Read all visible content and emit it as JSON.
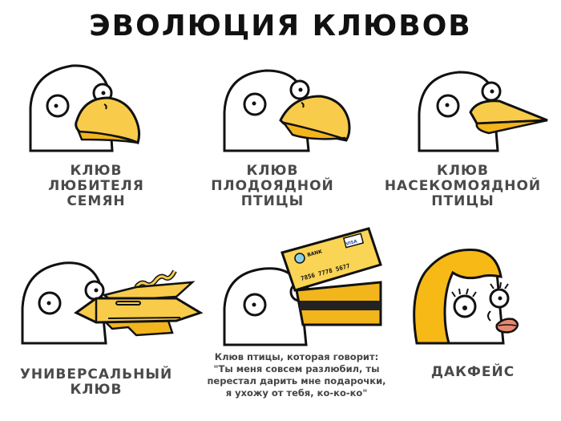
{
  "title": "ЭВОЛЮЦИЯ КЛЮВОВ",
  "colors": {
    "beak": "#F8CC4A",
    "beak_dark": "#F2B51C",
    "hair": "#F7B916",
    "lips": "#E8876F",
    "card": "#FAD454",
    "outline": "#111111",
    "label_text": "#4A4A4A"
  },
  "panels": [
    {
      "label_lines": [
        "КЛЮВ",
        "ЛЮБИТЕЛЯ",
        "СЕМЯН"
      ]
    },
    {
      "label_lines": [
        "КЛЮВ",
        "ПЛОДОЯДНОЙ",
        "ПТИЦЫ"
      ]
    },
    {
      "label_lines": [
        "КЛЮВ",
        "НАСЕКОМОЯДНОЙ",
        "ПТИЦЫ"
      ]
    },
    {
      "label_lines": [
        "УНИВЕРСАЛЬНЫЙ",
        "КЛЮВ"
      ]
    },
    {
      "quote_lines": [
        "Клюв птицы, которая говорит:",
        "\"Ты меня совсем разлюбил, ты",
        "перестал дарить мне подарочки,",
        "я ухожу от тебя, ко-ко-ко\""
      ],
      "card": {
        "bank": "BANK",
        "brand": "VISA",
        "number": "7856 7778 5677"
      }
    },
    {
      "label_lines": [
        "ДАКФЕЙС"
      ]
    }
  ]
}
